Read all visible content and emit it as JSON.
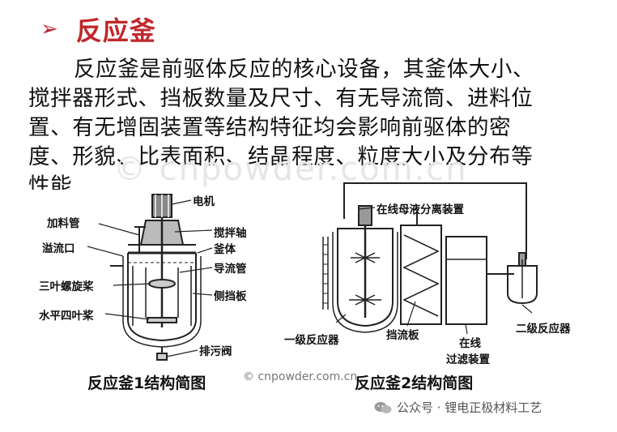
{
  "heading": {
    "bullet": "➢",
    "title": "反应釜"
  },
  "paragraph": {
    "lines": [
      "反应釜是前驱体反应的核心设备，其釜体大小、",
      "搅拌器形式、挡板数量及尺寸、有无导流筒、进料位",
      "置、有无增固装置等结构特征均会影响前驱体的密",
      "度、形貌、比表面积、结晶程度、粒度大小及分布等",
      "性能"
    ]
  },
  "watermark": "© cnpowder.com.cn",
  "figure1": {
    "labels": {
      "motor": "电机",
      "feed_pipe": "加料管",
      "stir_shaft": "搅拌轴",
      "overflow": "溢流口",
      "vessel": "釜体",
      "draft_tube": "导流管",
      "three_blade": "三叶螺旋桨",
      "side_baffle": "侧挡板",
      "four_blade": "水平四叶桨",
      "drain_valve": "排污阀"
    },
    "caption": "反应釜1结构简图"
  },
  "figure2": {
    "labels": {
      "separator": "在线母液分离装置",
      "primary": "一级反应器",
      "baffle": "挡流板",
      "filter_l1": "在线",
      "filter_l2": "过滤装置",
      "secondary": "二级反应器"
    },
    "caption": "反应釜2结构简图"
  },
  "copyright": "© cnpowder.com.cn",
  "brand": {
    "text": "公众号 · 锂电正极材料工艺",
    "icon": "wechat-icon"
  }
}
